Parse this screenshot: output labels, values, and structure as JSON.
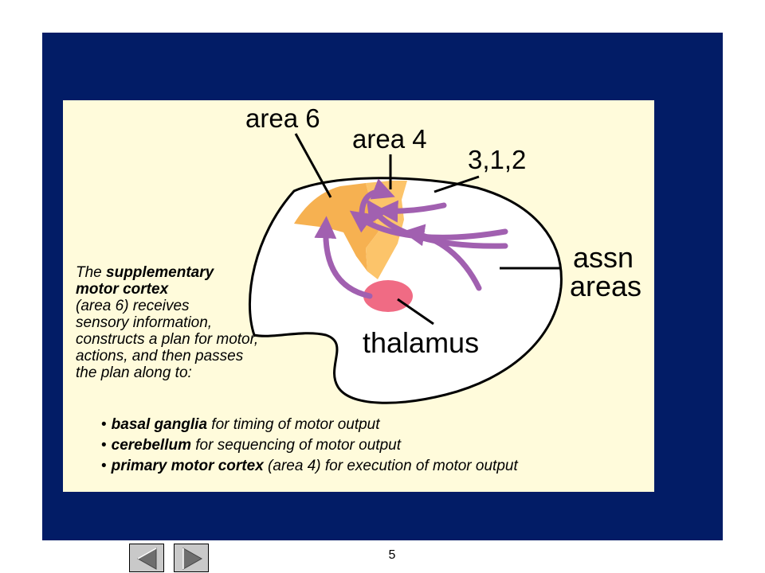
{
  "diagram": {
    "labels": {
      "area6": "area 6",
      "area4": "area 4",
      "somatosensory": "3,1,2",
      "assn_line1": "assn",
      "assn_line2": "areas",
      "thalamus": "thalamus"
    },
    "colors": {
      "slide_background": "#021c66",
      "panel_background": "#fffbdb",
      "area6_fill": "#f6b151",
      "area4_fill": "#fcc46a",
      "arrow_color": "#a160b0",
      "thalamus_fill": "#f06b84"
    }
  },
  "description": {
    "line1_prefix": "The ",
    "line1_bold": "supplementary",
    "line2_bold": "motor cortex",
    "line3": "(area 6) receives",
    "line4": "sensory information,",
    "line5": "constructs a plan for motor,",
    "line6": "actions, and then passes",
    "line7": "the plan along to:"
  },
  "bullets": [
    {
      "bold": "basal ganglia",
      "rest": " for timing of motor output"
    },
    {
      "bold": "cerebellum",
      "rest": " for sequencing of motor output"
    },
    {
      "bold": "primary motor cortex",
      "rest": " (area 4) for execution of motor output"
    }
  ],
  "navigation": {
    "prev_icon": "triangle-left-icon",
    "next_icon": "triangle-right-icon"
  },
  "page_number": "5"
}
